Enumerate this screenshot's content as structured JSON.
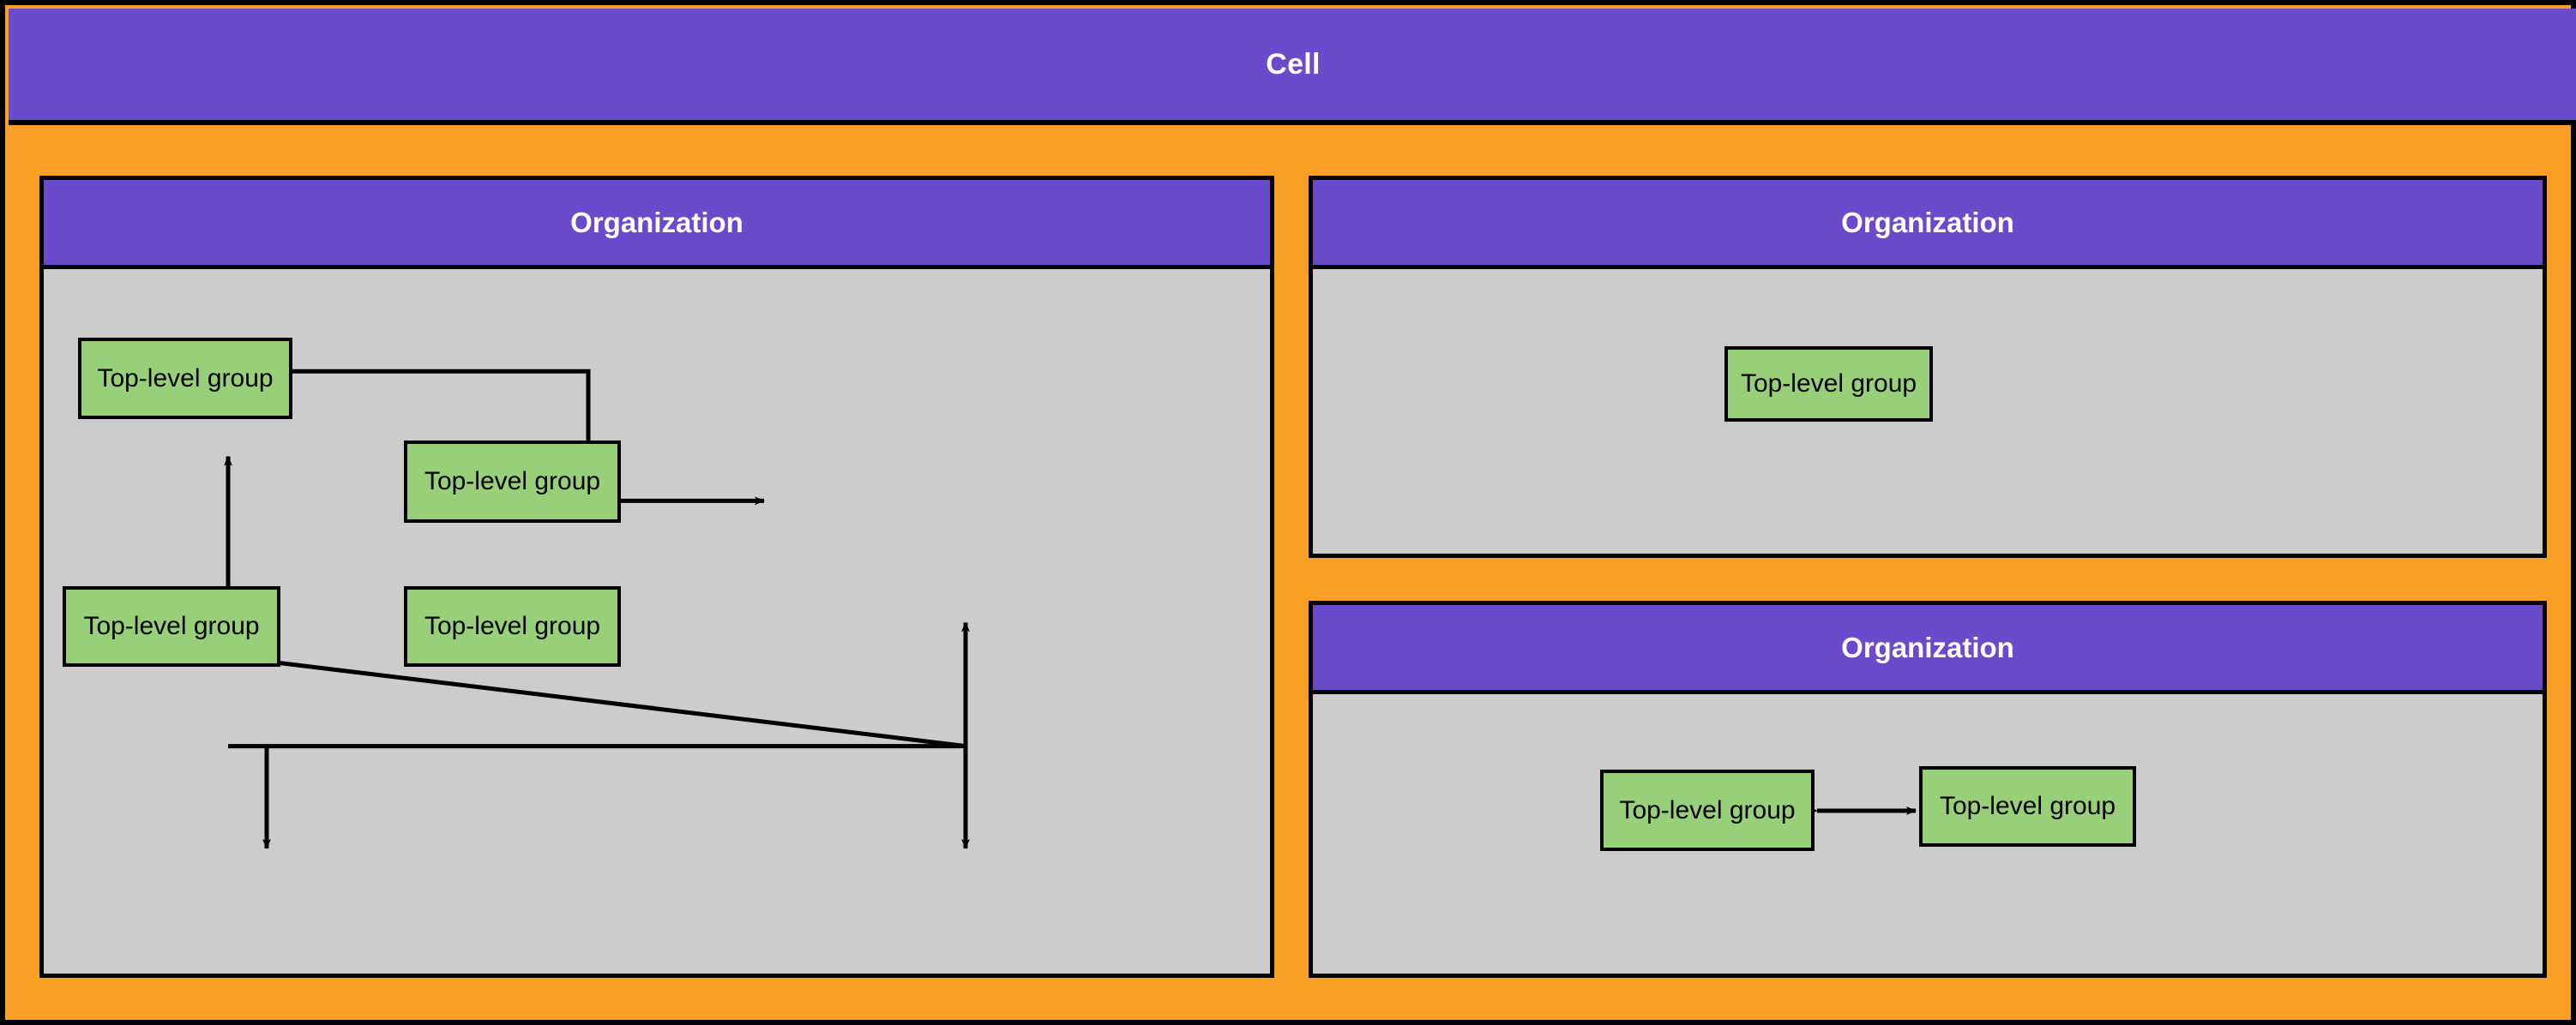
{
  "cell": {
    "title": "Cell",
    "colors": {
      "cell_header_purple": "#6A4BCC",
      "cell_body_orange": "#FBA026",
      "org_body_gray": "#CCCCCC",
      "group_green": "#97D078",
      "border_black": "#000000",
      "header_text_white": "#FFFFFF"
    }
  },
  "organizations": [
    {
      "title": "Organization",
      "groups": [
        {
          "label": "Top-level group"
        },
        {
          "label": "Top-level group"
        },
        {
          "label": "Top-level group"
        },
        {
          "label": "Top-level group"
        }
      ],
      "connections": [
        {
          "from": 1,
          "to": 0,
          "direction": "one-way"
        },
        {
          "from": 0,
          "to": 1,
          "direction": "one-way"
        },
        {
          "from": 3,
          "to": 0,
          "direction": "one-way"
        },
        {
          "from": 0,
          "to": 2,
          "direction": "one-way"
        },
        {
          "from": 2,
          "to": 1,
          "direction": "one-way"
        },
        {
          "from": 1,
          "to": 3,
          "direction": "one-way"
        }
      ]
    },
    {
      "title": "Organization",
      "groups": [
        {
          "label": "Top-level group"
        }
      ],
      "connections": []
    },
    {
      "title": "Organization",
      "groups": [
        {
          "label": "Top-level group"
        },
        {
          "label": "Top-level group"
        }
      ],
      "connections": [
        {
          "from": 0,
          "to": 1,
          "direction": "bidirectional"
        }
      ]
    }
  ]
}
